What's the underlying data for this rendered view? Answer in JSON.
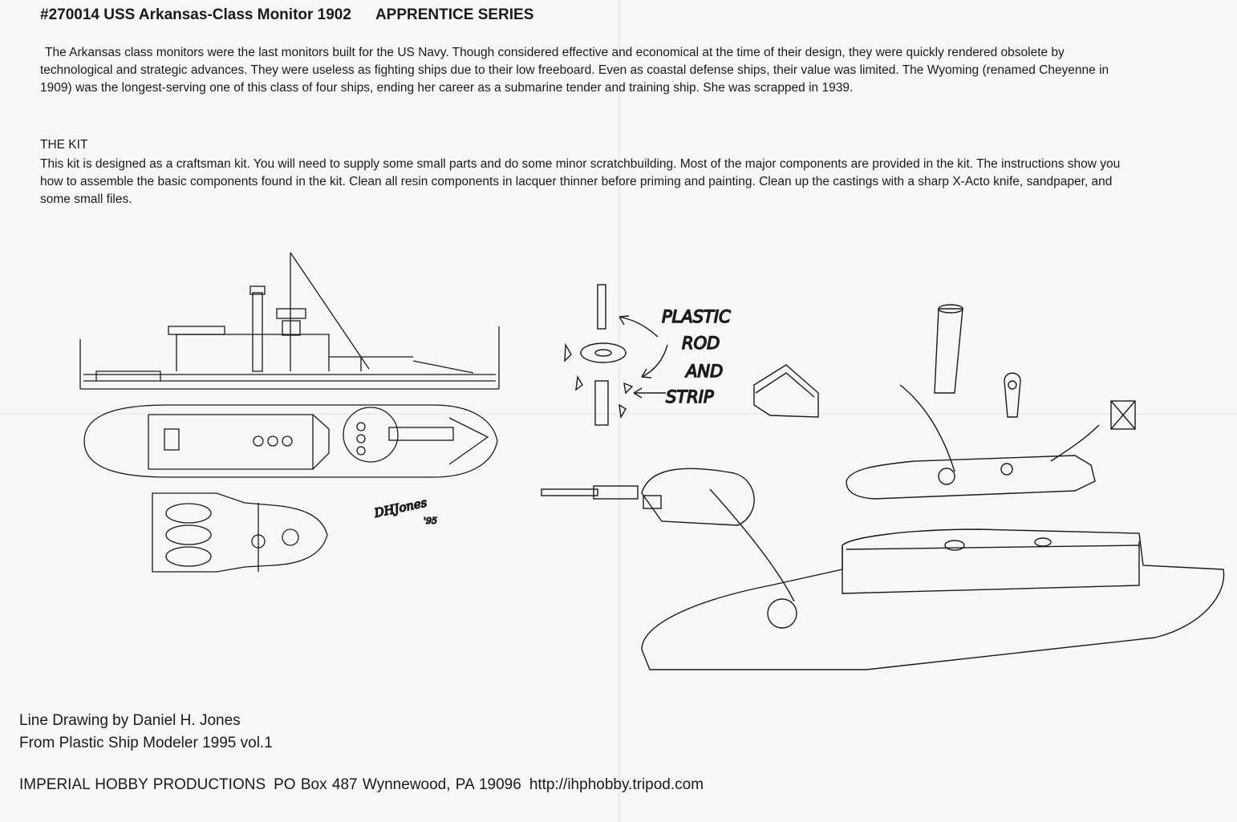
{
  "header": {
    "kit_number": "#270014 USS Arkansas-Class Monitor 1902",
    "series": "APPRENTICE SERIES"
  },
  "intro": {
    "text": "The Arkansas class monitors were the last monitors built for the US Navy.  Though considered effective and economical at the time of their design, they were quickly rendered obsolete by technological and strategic advances.  They were useless as fighting ships due to their low freeboard.  Even as coastal defense ships, their value was limited.  The Wyoming (renamed Cheyenne in 1909) was the longest-serving one of this class of four ships, ending her career as a submarine tender and training ship.  She was scrapped in 1939."
  },
  "kit": {
    "heading": "THE KIT",
    "text": "This kit is designed as a craftsman kit.  You will need to supply some small parts and do some minor scratchbuilding.  Most of the major components are provided in the kit.  The instructions show you how to assemble the basic components found in the kit.  Clean all resin components in lacquer thinner before priming and painting.  Clean up the castings with a sharp X-Acto knife, sandpaper, and some small files."
  },
  "drawing": {
    "signature": "DHJones",
    "signature_year": "'95",
    "note_lines": [
      "PLASTIC",
      "ROD",
      "AND",
      "STRIP"
    ]
  },
  "credits": {
    "line1": "Line Drawing by Daniel H. Jones",
    "line2": "From Plastic Ship Modeler 1995 vol.1"
  },
  "footer": {
    "company": "IMPERIAL HOBBY PRODUCTIONS",
    "address": "PO Box 487  Wynnewood, PA 19096",
    "url": "http://ihphobby.tripod.com"
  }
}
